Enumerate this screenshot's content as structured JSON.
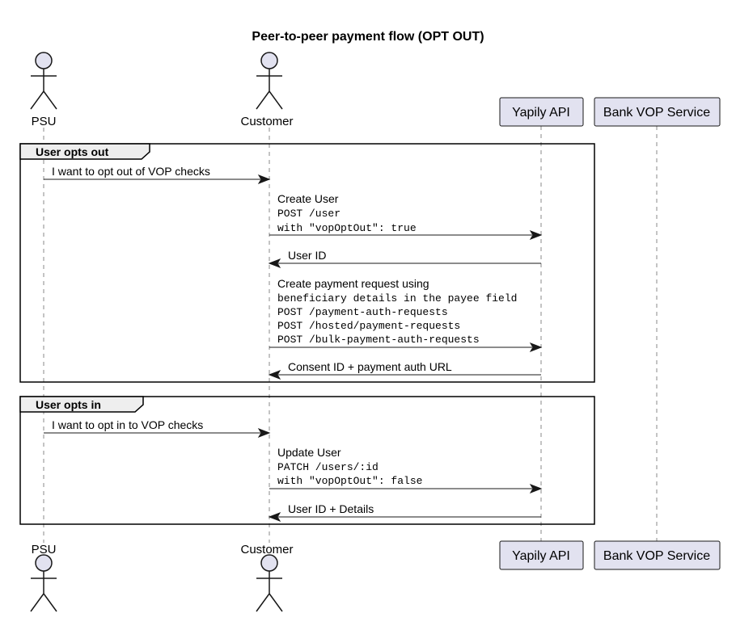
{
  "title": "Peer-to-peer payment flow (OPT OUT)",
  "participants": {
    "psu": "PSU",
    "customer": "Customer",
    "yapily": "Yapily API",
    "bank": "Bank VOP Service"
  },
  "groups": {
    "opt_out": {
      "label": "User opts out",
      "messages": [
        {
          "from": "PSU",
          "to": "Customer",
          "lines": [
            {
              "text": "I want to opt out of VOP checks",
              "mono": false
            }
          ]
        },
        {
          "from": "Customer",
          "to": "Yapily API",
          "lines": [
            {
              "text": "Create User",
              "mono": false
            },
            {
              "text": "POST /user",
              "mono": true
            },
            {
              "text": "with \"vopOptOut\": true",
              "mono": true
            }
          ]
        },
        {
          "from": "Yapily API",
          "to": "Customer",
          "lines": [
            {
              "text": "User ID",
              "mono": false
            }
          ]
        },
        {
          "from": "Customer",
          "to": "Yapily API",
          "lines": [
            {
              "text": "Create payment request using",
              "mono": false
            },
            {
              "text": "beneficiary details in the payee field",
              "mono": true
            },
            {
              "text": "POST /payment-auth-requests",
              "mono": true
            },
            {
              "text": "POST /hosted/payment-requests",
              "mono": true
            },
            {
              "text": "POST /bulk-payment-auth-requests",
              "mono": true
            }
          ]
        },
        {
          "from": "Yapily API",
          "to": "Customer",
          "lines": [
            {
              "text": "Consent ID + payment auth URL",
              "mono": false
            }
          ]
        }
      ]
    },
    "opt_in": {
      "label": "User opts in",
      "messages": [
        {
          "from": "PSU",
          "to": "Customer",
          "lines": [
            {
              "text": "I want to opt in to VOP checks",
              "mono": false
            }
          ]
        },
        {
          "from": "Customer",
          "to": "Yapily API",
          "lines": [
            {
              "text": "Update User",
              "mono": false
            },
            {
              "text": "PATCH /users/:id",
              "mono": true
            },
            {
              "text": "with \"vopOptOut\": false",
              "mono": true
            }
          ]
        },
        {
          "from": "Yapily API",
          "to": "Customer",
          "lines": [
            {
              "text": "User ID + Details",
              "mono": false
            }
          ]
        }
      ]
    }
  }
}
